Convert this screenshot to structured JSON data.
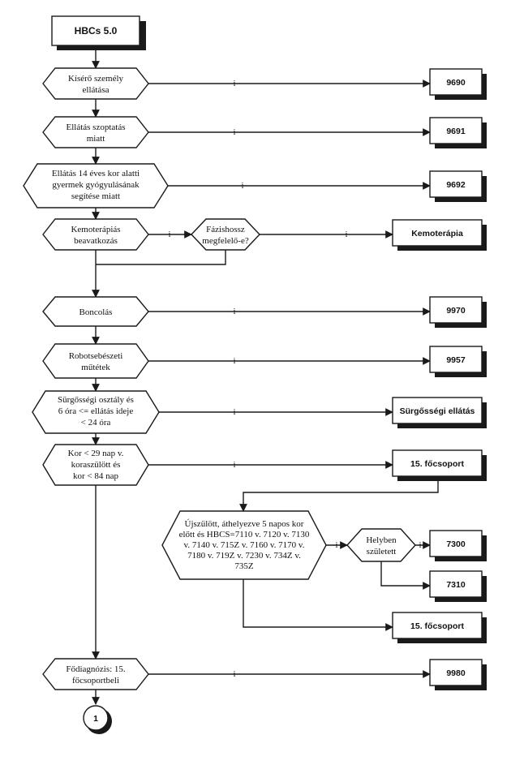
{
  "start": {
    "label": "HBCs 5.0"
  },
  "decisions": {
    "d1": [
      "Kísérő személy",
      "ellátása"
    ],
    "d2": [
      "Ellátás szoptatás",
      "miatt"
    ],
    "d3": [
      "Ellátás 14 éves kor alatti",
      "gyermek gyógyulásának",
      "segítése miatt"
    ],
    "d4": [
      "Kemoterápiás",
      "beavatkozás"
    ],
    "d5": [
      "Fázishossz",
      "megfelelő-e?"
    ],
    "d6": [
      "Boncolás"
    ],
    "d7": [
      "Robotsebészeti",
      "műtétek"
    ],
    "d8": [
      "Sürgősségi osztály és",
      "6 óra <= ellátás ideje",
      "< 24 óra"
    ],
    "d9": [
      "Kor < 29 nap v.",
      "koraszülött és",
      "kor < 84 nap"
    ],
    "d10": [
      "Újszülött, áthelyezve 5 napos kor",
      "előtt és HBCS=7110 v. 7120 v. 7130",
      "v. 7140 v. 715Z v. 7160 v. 7170 v.",
      "7180 v. 719Z v. 7230 v. 734Z v.",
      "735Z"
    ],
    "d11": [
      "Helyben",
      "született"
    ],
    "d12": [
      "Fődiagnózis: 15.",
      "főcsoportbeli"
    ]
  },
  "results": {
    "r1": "9690",
    "r2": "9691",
    "r3": "9692",
    "r4": "Kemoterápia",
    "r5": "9970",
    "r6": "9957",
    "r7": "Sürgősségi ellátás",
    "r8": "15. főcsoport",
    "r9": "7300",
    "r10": "7310",
    "r11": "15. főcsoport",
    "r12": "9980"
  },
  "connector": {
    "label": "1"
  },
  "edge_label": "i"
}
